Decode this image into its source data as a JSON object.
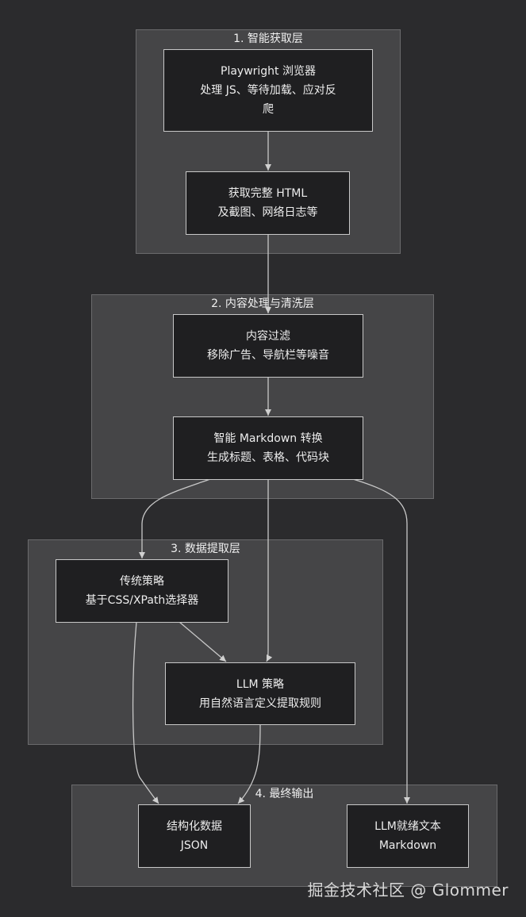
{
  "clusters": {
    "c1": "1. 智能获取层",
    "c2": "2. 内容处理与清洗层",
    "c3": "3. 数据提取层",
    "c4": "4. 最终输出"
  },
  "nodes": {
    "playwright": {
      "l1": "Playwright 浏览器",
      "l2": "处理 JS、等待加载、应对反",
      "l3": "爬"
    },
    "fetch_html": {
      "l1": "获取完整 HTML",
      "l2": "及截图、网络日志等"
    },
    "content_filter": {
      "l1": "内容过滤",
      "l2": "移除广告、导航栏等噪音"
    },
    "markdown_convert": {
      "l1": "智能 Markdown 转换",
      "l2": "生成标题、表格、代码块"
    },
    "traditional": {
      "l1": "传统策略",
      "l2": "基于CSS/XPath选择器"
    },
    "llm_strategy": {
      "l1": "LLM 策略",
      "l2": "用自然语言定义提取规则"
    },
    "structured": {
      "l1": "结构化数据",
      "l2": "JSON"
    },
    "llm_ready": {
      "l1": "LLM就绪文本",
      "l2": "Markdown"
    }
  },
  "watermark": "掘金技术社区 @ Glommer"
}
